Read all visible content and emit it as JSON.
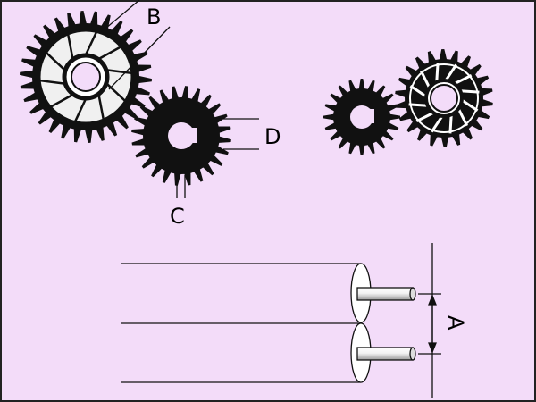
{
  "colors": {
    "background": "#f3dcf9",
    "border": "#222222",
    "ink": "#111111",
    "gear_face": "#f0f0f0"
  },
  "labels": {
    "B": "B",
    "C": "C",
    "D": "D",
    "A": "A"
  }
}
